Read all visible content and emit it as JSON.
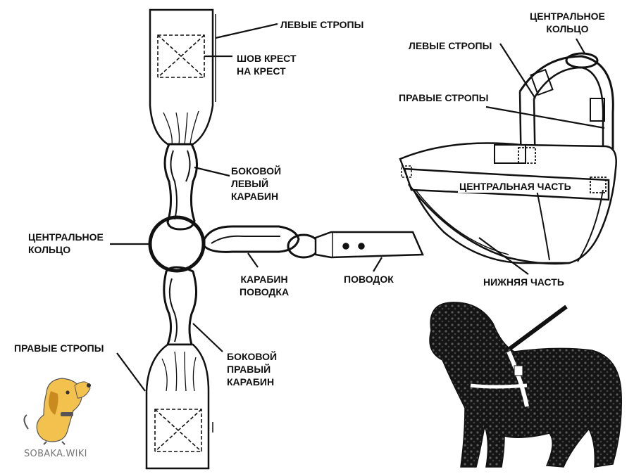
{
  "labels": {
    "left_straps": "ЛЕВЫЕ СТРОПЫ",
    "cross_stitch": [
      "ШОВ КРЕСТ",
      "НА КРЕСТ"
    ],
    "side_left_carabiner": [
      "БОКОВОЙ",
      "ЛЕВЫЙ",
      "КАРАБИН"
    ],
    "central_ring": [
      "ЦЕНТРАЛЬНОЕ",
      "КОЛЬЦО"
    ],
    "leash_carabiner": [
      "КАРАБИН",
      "ПОВОДКА"
    ],
    "leash": "ПОВОДОК",
    "right_straps": "ПРАВЫЕ СТРОПЫ",
    "side_right_carabiner": [
      "БОКОВОЙ",
      "ПРАВЫЙ",
      "КАРАБИН"
    ],
    "harness_central_ring": [
      "ЦЕНТРАЛЬНОЕ",
      "КОЛЬЦО"
    ],
    "harness_left_straps": "ЛЕВЫЕ СТРОПЫ",
    "harness_right_straps": "ПРАВЫЕ СТРОПЫ",
    "central_part": "ЦЕНТРАЛЬНАЯ ЧАСТЬ",
    "bottom_part": "НИЖНЯЯ ЧАСТЬ"
  },
  "watermark": "SOBAKA.WIKI",
  "colors": {
    "ink": "#111111",
    "background": "#ffffff",
    "logo_dog": "#f2c14e",
    "watermark": "#777777"
  }
}
